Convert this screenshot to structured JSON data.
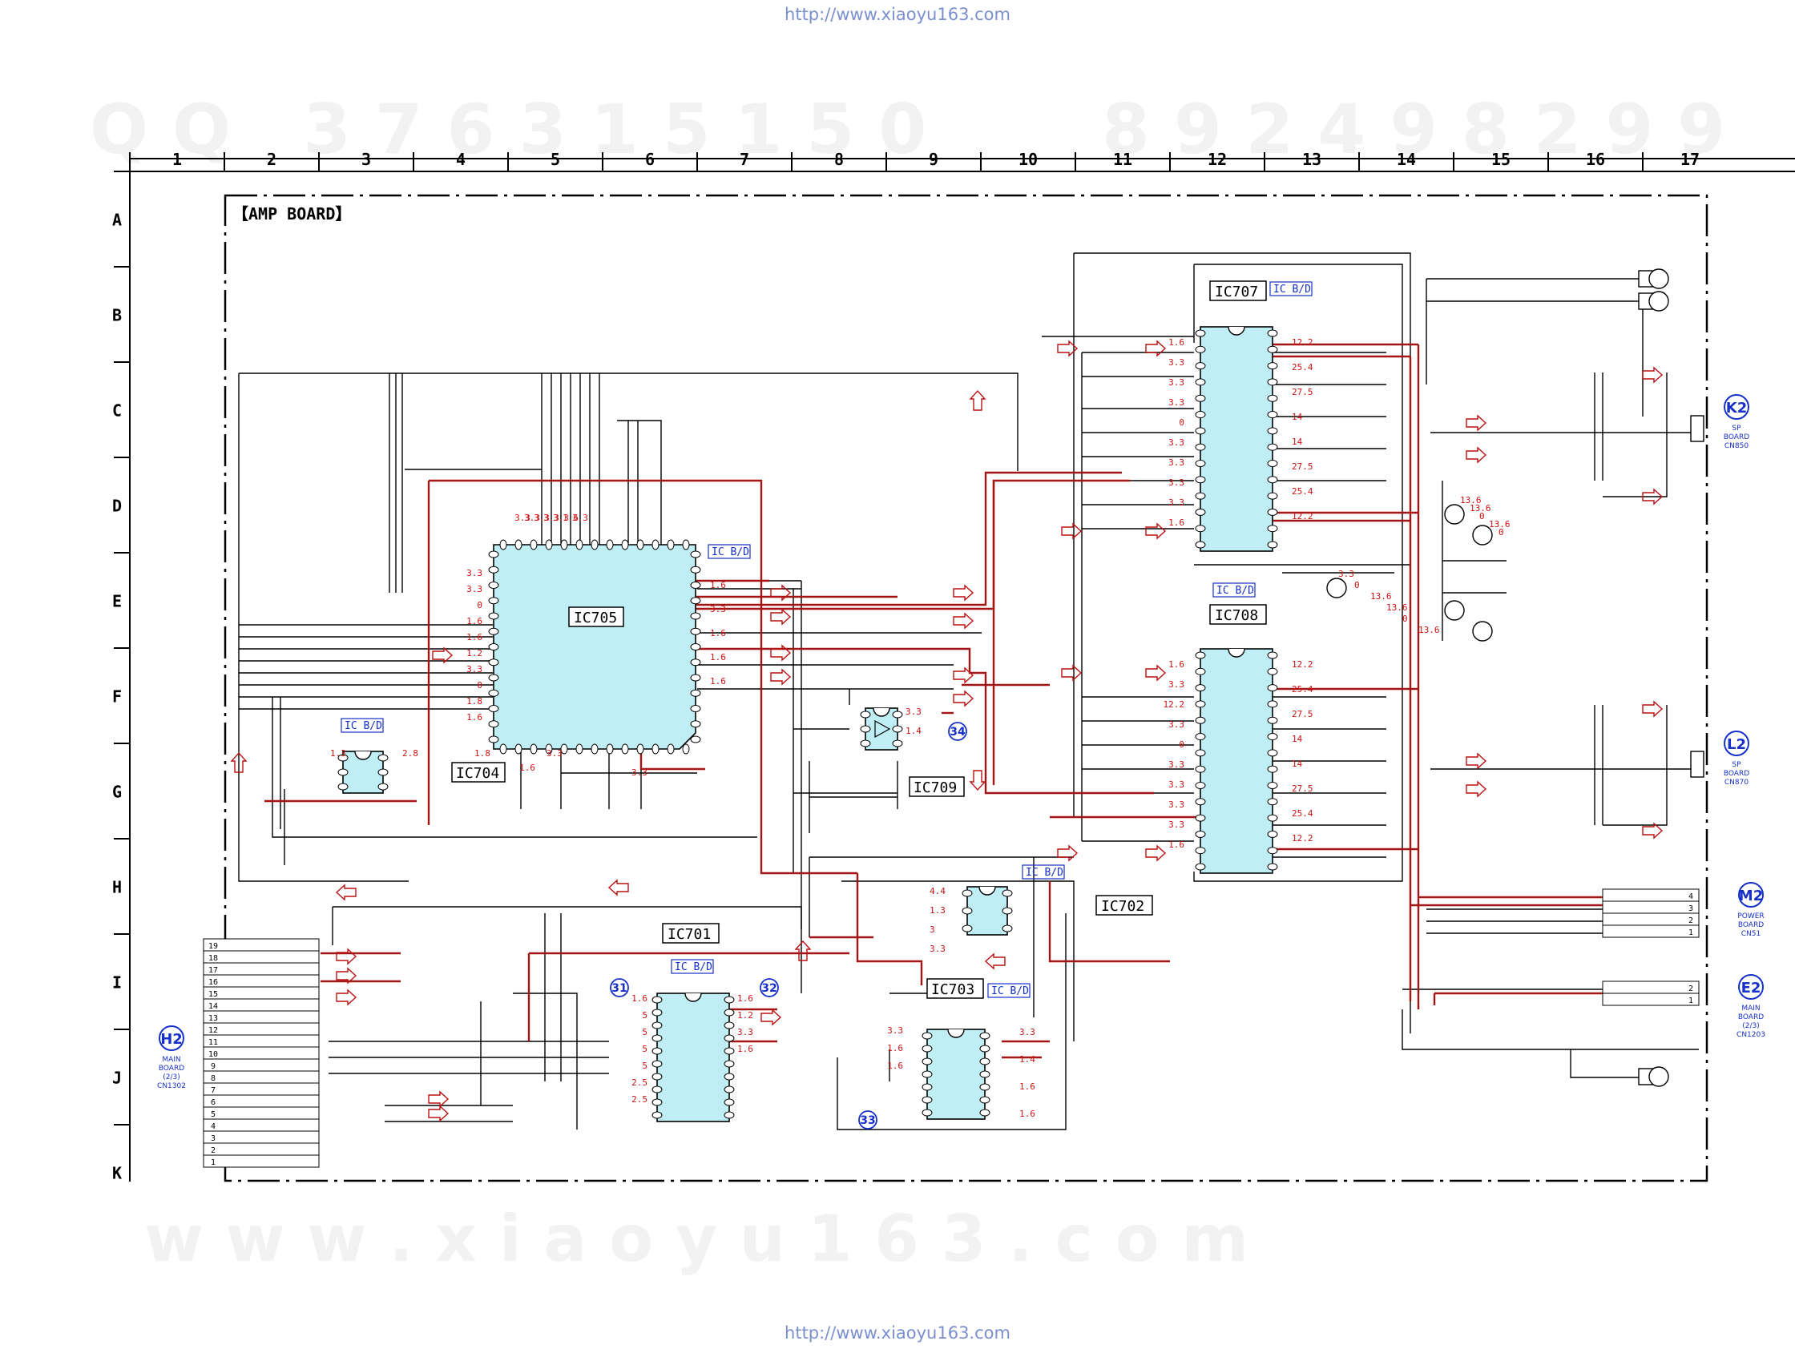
{
  "header": {
    "url_top": "http://www.xiaoyu163.com",
    "url_bottom": "http://www.xiaoyu163.com"
  },
  "watermark": {
    "qq_left": "Q Q   3 7 6 3 1 5 1 5 0",
    "qq_right": "8 9 2 4 9 8 2 9 9",
    "site": "w w w . x i a o y u 1 6 3 . c o m"
  },
  "board_title": "【AMP BOARD】",
  "grid": {
    "columns": [
      "1",
      "2",
      "3",
      "4",
      "5",
      "6",
      "7",
      "8",
      "9",
      "10",
      "11",
      "12",
      "13",
      "14",
      "15",
      "16",
      "17"
    ],
    "rows": [
      "A",
      "B",
      "C",
      "D",
      "E",
      "F",
      "G",
      "H",
      "I",
      "J",
      "K"
    ]
  },
  "ics": {
    "ic705": "IC705",
    "ic704": "IC704",
    "ic707": "IC707",
    "ic708": "IC708",
    "ic709": "IC709",
    "ic701": "IC701",
    "ic702": "IC702",
    "ic703": "IC703"
  },
  "ic_bd_tag": "IC B/D",
  "test_points": [
    "31",
    "32",
    "33",
    "34"
  ],
  "connectors": {
    "k2": {
      "letter": "K2",
      "lines": [
        "SP",
        "BOARD",
        "CN850"
      ]
    },
    "l2": {
      "letter": "L2",
      "lines": [
        "SP",
        "BOARD",
        "CN870"
      ]
    },
    "m2": {
      "letter": "M2",
      "lines": [
        "POWER",
        "BOARD",
        "CN51"
      ],
      "pins": [
        "4",
        "3",
        "2",
        "1"
      ]
    },
    "e2": {
      "letter": "E2",
      "lines": [
        "MAIN",
        "BOARD",
        "(2/3)",
        "CN1203"
      ],
      "pins": [
        "2",
        "1"
      ]
    },
    "h2": {
      "letter": "H2",
      "lines": [
        "MAIN",
        "BOARD",
        "(2/3)",
        "CN1302"
      ],
      "pins": [
        "19",
        "18",
        "17",
        "16",
        "15",
        "14",
        "13",
        "12",
        "11",
        "10",
        "9",
        "8",
        "7",
        "6",
        "5",
        "4",
        "3",
        "2",
        "1"
      ]
    }
  },
  "voltages": {
    "ic707_left": [
      "1.6",
      "3.3",
      "3.3",
      "3.3",
      "0",
      "3.3",
      "3.3",
      "3.3",
      "3.3",
      "1.6"
    ],
    "ic707_right": [
      "12.2",
      "25.4",
      "27.5",
      "14",
      "14",
      "27.5",
      "25.4",
      "12.2"
    ],
    "ic708_left": [
      "1.6",
      "3.3",
      "12.2",
      "3.3",
      "0",
      "3.3",
      "3.3",
      "3.3",
      "3.3",
      "1.6"
    ],
    "ic708_right": [
      "12.2",
      "25.4",
      "27.5",
      "14",
      "14",
      "27.5",
      "25.4",
      "12.2"
    ],
    "ic705_top": [
      "3.3",
      "3.3",
      "3.3",
      "3.3",
      "3.3",
      "1.6",
      "3.3"
    ],
    "ic705_left": [
      "3.3",
      "3.3",
      "0",
      "1.6",
      "1.6",
      "1.2",
      "3.3",
      "0",
      "1.8",
      "1.6"
    ],
    "ic705_right": [
      "1.6",
      "3.3",
      "1.6",
      "1.6",
      "1.6"
    ],
    "ic705_bottom": [
      "1.6",
      "3.3"
    ],
    "ic704": [
      "1.3",
      "2.8",
      "1.8",
      "3.3"
    ],
    "ic709": [
      "3.3",
      "1.4"
    ],
    "ic702": [
      "4.4",
      "1.3",
      "3",
      "3.3"
    ],
    "ic701_left": [
      "1.6",
      "5",
      "5",
      "5",
      "5",
      "2.5",
      "2.5"
    ],
    "ic701_right": [
      "1.6",
      "1.2",
      "3.3",
      "1.6"
    ],
    "ic703_left": [
      "3.3",
      "1.6",
      "1.6"
    ],
    "ic703_right": [
      "3.3",
      "1.4",
      "1.6",
      "1.6"
    ],
    "tr_d": [
      "13.6",
      "13.6",
      "0",
      "13.6",
      "0"
    ],
    "tr_e": [
      "3.3",
      "0",
      "13.6",
      "13.6",
      "0",
      "13.6"
    ]
  }
}
